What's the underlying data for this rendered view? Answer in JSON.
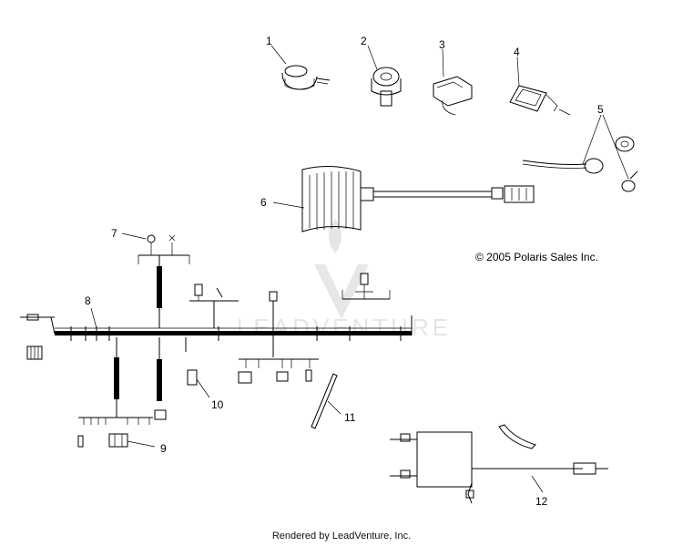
{
  "copyright": "© 2005 Polaris Sales Inc.",
  "footer": "Rendered by LeadVenture, Inc.",
  "watermark": "LEADVENTURE",
  "callouts": {
    "c1": "1",
    "c2": "2",
    "c3": "3",
    "c4": "4",
    "c5": "5",
    "c6": "6",
    "c7": "7",
    "c8": "8",
    "c9": "9",
    "c10": "10",
    "c11": "11",
    "c12": "12"
  }
}
